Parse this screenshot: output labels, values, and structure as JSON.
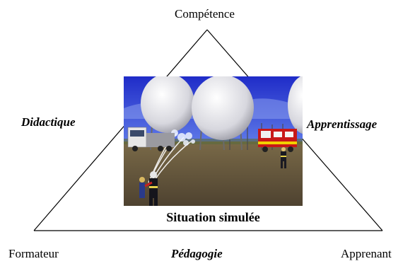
{
  "labels": {
    "top": "Compétence",
    "left_side": "Didactique",
    "right_side": "Apprentissage",
    "bottom_left": "Formateur",
    "bottom_center": "Pédagogie",
    "bottom_right": "Apprenant"
  },
  "image": {
    "caption": "Situation simulée",
    "description": "simulated firefighting scene: spherical storage tanks, trucks, firefighters with hose"
  },
  "colors": {
    "sky": "#2f3fd8",
    "ground": "#6b5a3c",
    "tank": "#e8e8ec",
    "truck_red": "#c81818"
  }
}
